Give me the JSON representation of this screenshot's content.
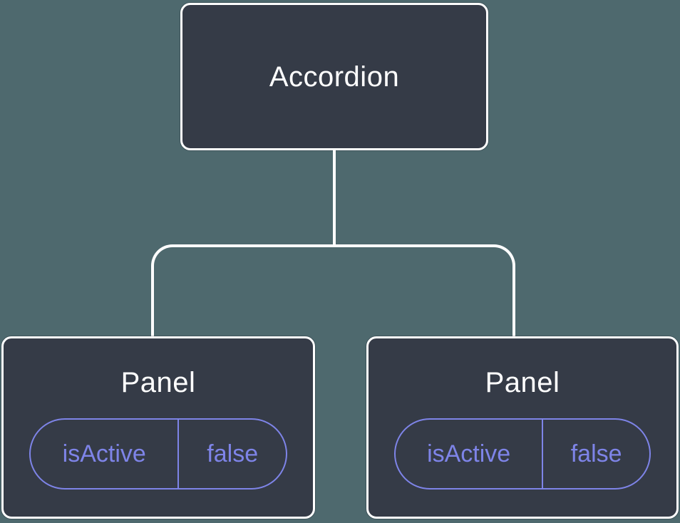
{
  "tree": {
    "root": {
      "label": "Accordion"
    },
    "panels": [
      {
        "label": "Panel",
        "prop_name": "isActive",
        "prop_value": "false"
      },
      {
        "label": "Panel",
        "prop_name": "isActive",
        "prop_value": "false"
      }
    ]
  },
  "colors": {
    "bg": "#4e696e",
    "node-bg": "#353b47",
    "line": "#ffffff",
    "accent": "#7e84e8",
    "title": "#ffffff"
  }
}
